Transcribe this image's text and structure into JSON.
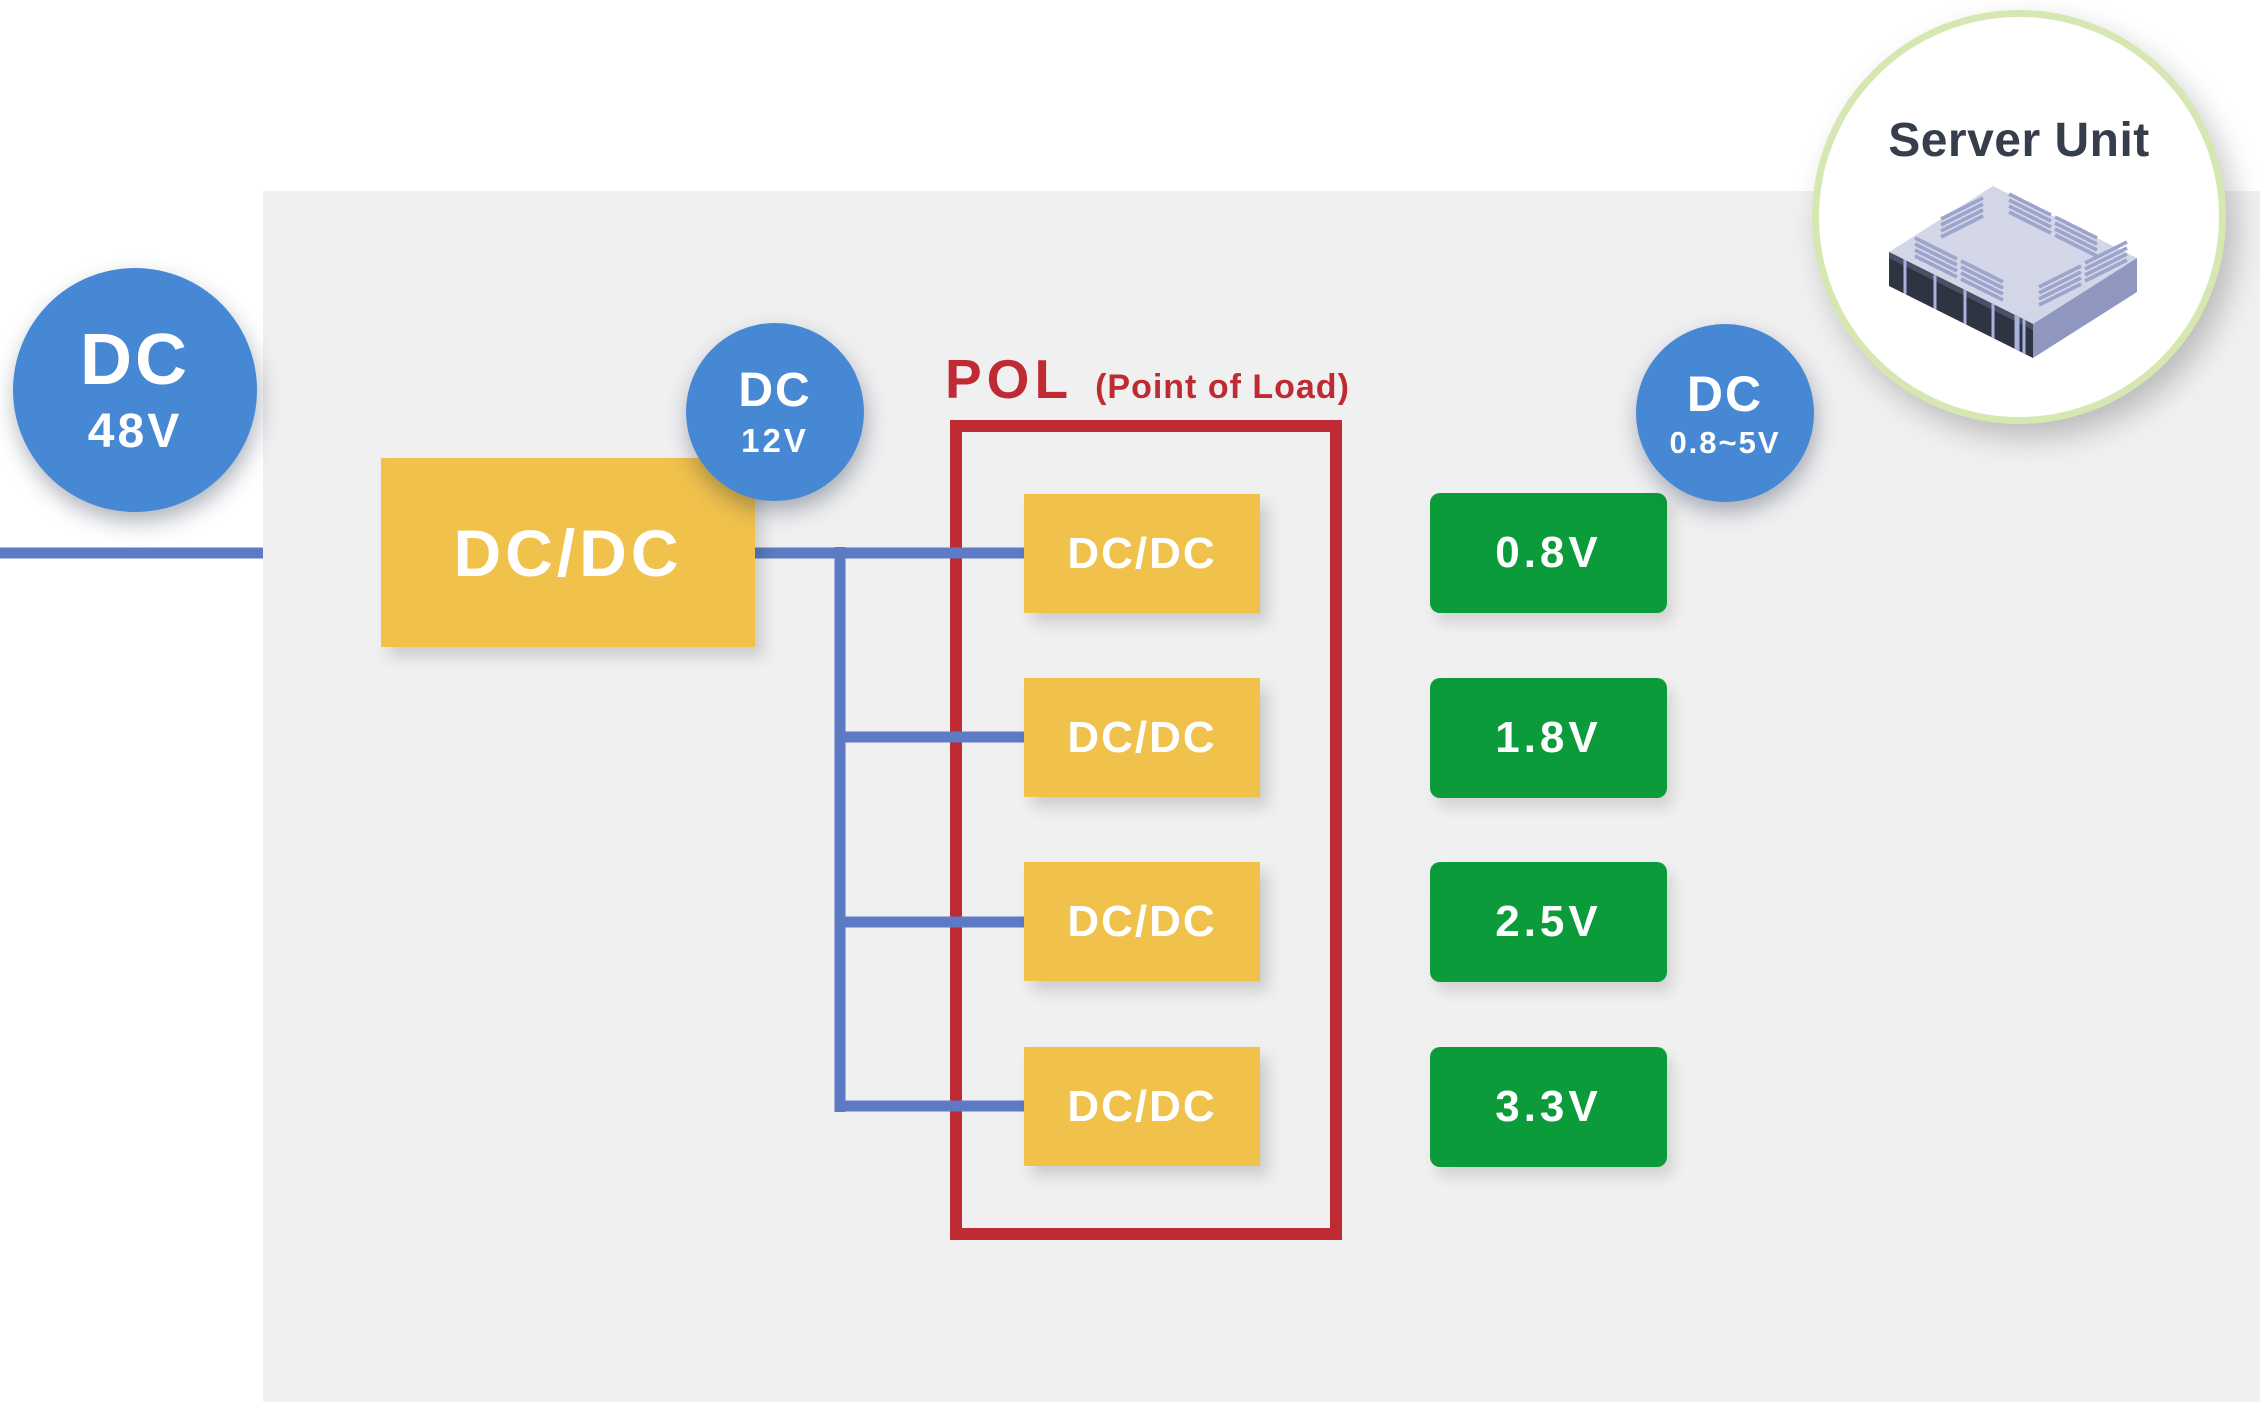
{
  "colors": {
    "panel_background": "#F0F0F1",
    "node_blue": "#4788D4",
    "wire_blue": "#5C7BC4",
    "converter_yellow": "#F0C14B",
    "pol_red": "#BF2B33",
    "rail_green": "#0C9B3B",
    "server_circle_border": "#D6E7B1",
    "server_text": "#363D4B"
  },
  "nodes": {
    "dc_input": {
      "label": "DC",
      "value": "48V"
    },
    "dc_bus": {
      "label": "DC",
      "value": "12V"
    },
    "dc_output": {
      "label": "DC",
      "value": "0.8~5V"
    }
  },
  "main_converter": {
    "label": "DC/DC"
  },
  "pol": {
    "title": "POL",
    "subtitle": "(Point of Load)",
    "converters": [
      "DC/DC",
      "DC/DC",
      "DC/DC",
      "DC/DC"
    ]
  },
  "rails": [
    "0.8V",
    "1.8V",
    "2.5V",
    "3.3V"
  ],
  "server": {
    "title": "Server Unit"
  }
}
